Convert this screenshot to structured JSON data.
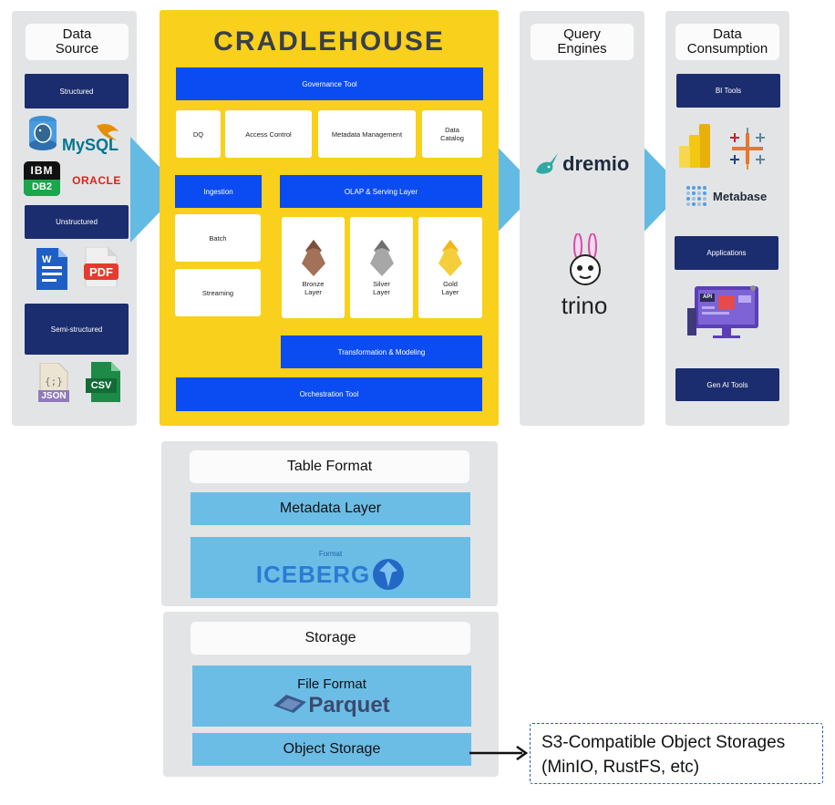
{
  "data_source": {
    "title_line1": "Data",
    "title_line2": "Source",
    "structured": "Structured",
    "unstructured": "Unstructured",
    "semi_structured": "Semi-structured",
    "logos": {
      "mysql": "MySQL",
      "ibm": "IBM",
      "db2": "DB2",
      "oracle": "ORACLE",
      "pdf": "PDF",
      "json": "JSON",
      "csv": "CSV"
    }
  },
  "cradlehouse": {
    "title": "CRADLEHOUSE",
    "governance": "Governance Tool",
    "dq": "DQ",
    "access_control": "Access Control",
    "metadata_mgmt": "Metadata Management",
    "data_catalog_line1": "Data",
    "data_catalog_line2": "Catalog",
    "ingestion": "Ingestion",
    "batch": "Batch",
    "streaming": "Streaming",
    "olap": "OLAP & Serving Layer",
    "bronze_line1": "Bronze",
    "bronze_line2": "Layer",
    "silver_line1": "Silver",
    "silver_line2": "Layer",
    "gold_line1": "Gold",
    "gold_line2": "Layer",
    "transformation": "Transformation & Modeling",
    "orchestration": "Orchestration Tool"
  },
  "query_engines": {
    "title_line1": "Query",
    "title_line2": "Engines",
    "dremio": "dremio",
    "trino": "trino"
  },
  "data_consumption": {
    "title_line1": "Data",
    "title_line2": "Consumption",
    "bi_tools": "BI Tools",
    "metabase": "Metabase",
    "applications": "Applications",
    "api_label": "API",
    "gen_ai": "Gen AI Tools"
  },
  "table_format": {
    "title": "Table Format",
    "metadata_layer": "Metadata Layer",
    "format_small": "Format",
    "iceberg": "ICEBERG"
  },
  "storage": {
    "title": "Storage",
    "file_format": "File Format",
    "parquet": "Parquet",
    "object_storage": "Object Storage"
  },
  "s3_box": {
    "line1": "S3-Compatible Object Storages",
    "line2": "(MinIO, RustFS, etc)"
  },
  "colors": {
    "yellow": "#f9d01b",
    "blue": "#0b4cf2",
    "navy": "#1b2d6e",
    "light_blue": "#6cbde6",
    "arrow": "#63bbe4",
    "panel": "#e3e4e6"
  }
}
